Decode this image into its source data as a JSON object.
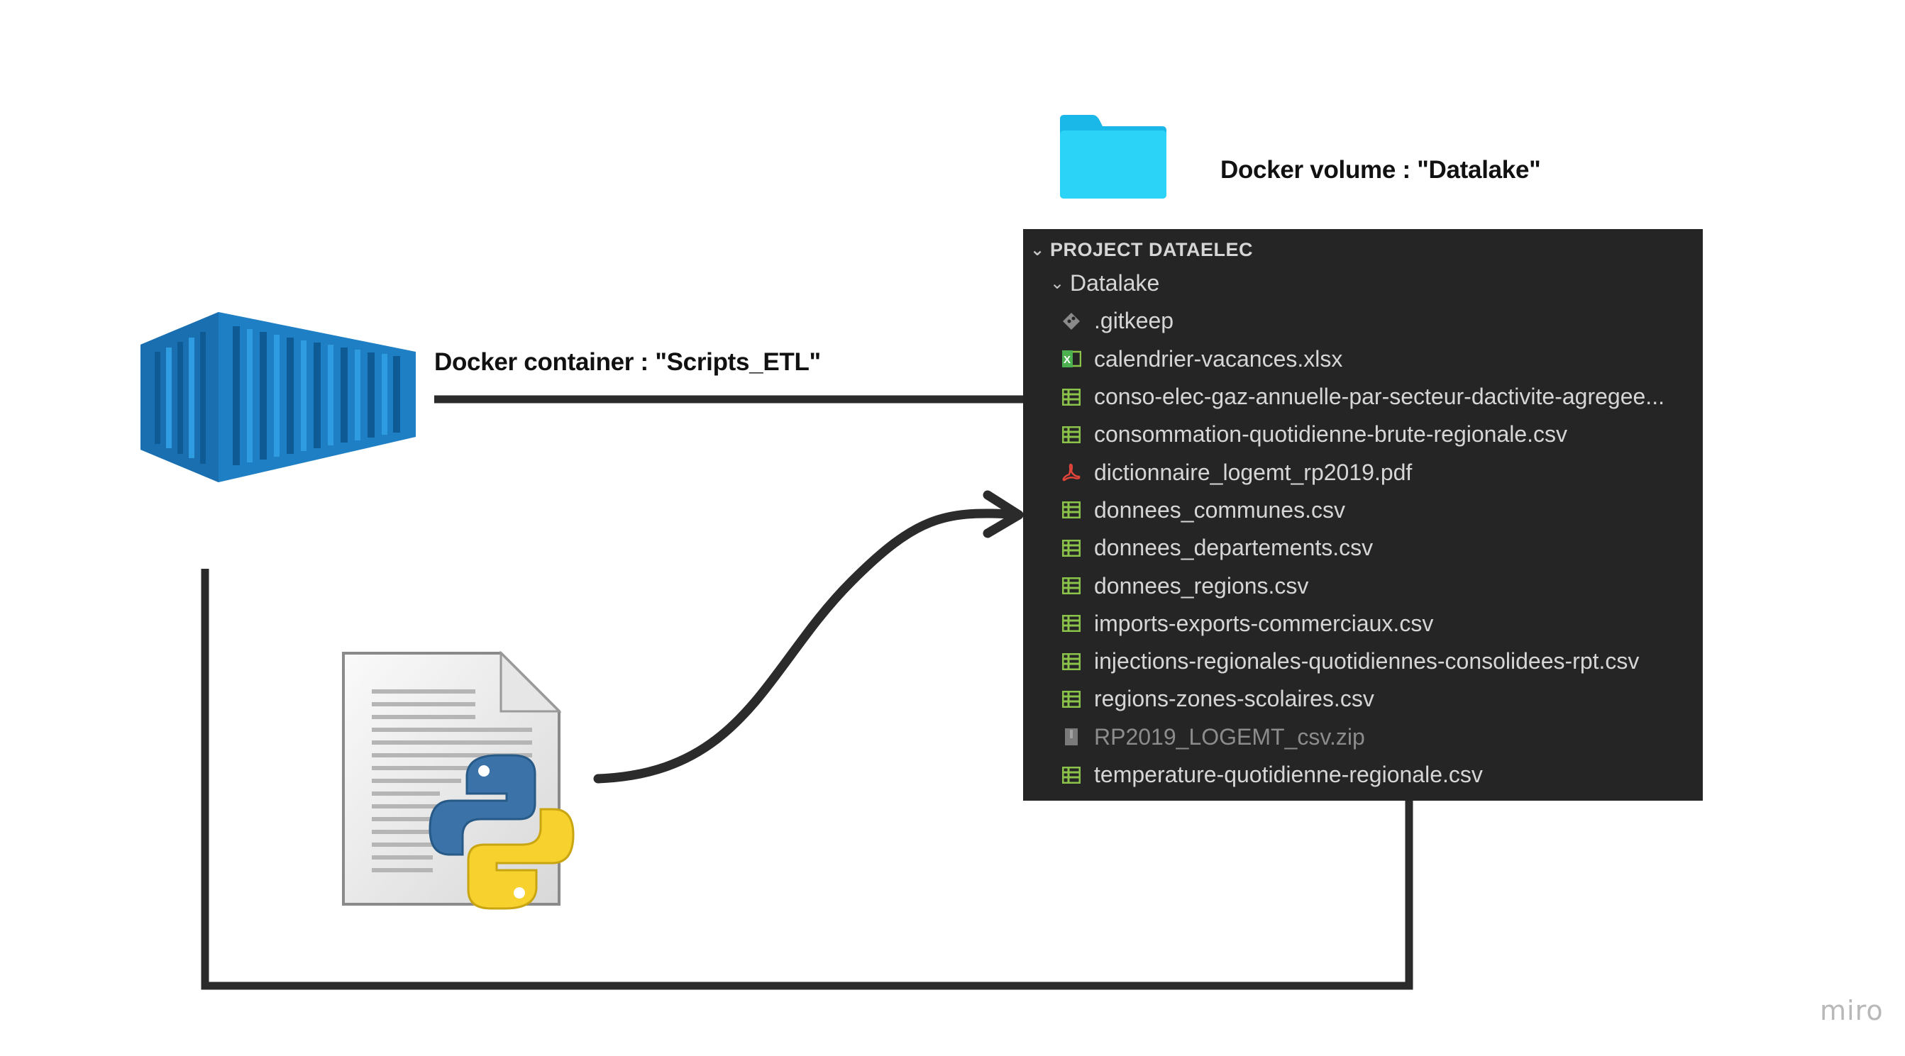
{
  "diagram": {
    "volume_label": "Docker volume : \"Datalake\"",
    "container_label": "Docker container : \"Scripts_ETL\""
  },
  "explorer": {
    "project": "PROJECT DATAELEC",
    "folder": "Datalake",
    "files": [
      {
        "name": ".gitkeep",
        "icon": "git-file-icon",
        "muted": false
      },
      {
        "name": "calendrier-vacances.xlsx",
        "icon": "excel-file-icon",
        "muted": false
      },
      {
        "name": "conso-elec-gaz-annuelle-par-secteur-dactivite-agregee...",
        "icon": "csv-file-icon",
        "muted": false
      },
      {
        "name": "consommation-quotidienne-brute-regionale.csv",
        "icon": "csv-file-icon",
        "muted": false
      },
      {
        "name": "dictionnaire_logemt_rp2019.pdf",
        "icon": "pdf-file-icon",
        "muted": false
      },
      {
        "name": "donnees_communes.csv",
        "icon": "csv-file-icon",
        "muted": false
      },
      {
        "name": "donnees_departements.csv",
        "icon": "csv-file-icon",
        "muted": false
      },
      {
        "name": "donnees_regions.csv",
        "icon": "csv-file-icon",
        "muted": false
      },
      {
        "name": "imports-exports-commerciaux.csv",
        "icon": "csv-file-icon",
        "muted": false
      },
      {
        "name": "injections-regionales-quotidiennes-consolidees-rpt.csv",
        "icon": "csv-file-icon",
        "muted": false
      },
      {
        "name": "regions-zones-scolaires.csv",
        "icon": "csv-file-icon",
        "muted": false
      },
      {
        "name": "RP2019_LOGEMT_csv.zip",
        "icon": "zip-file-icon",
        "muted": true
      },
      {
        "name": "temperature-quotidienne-regionale.csv",
        "icon": "csv-file-icon",
        "muted": false
      }
    ]
  },
  "watermark": "miro",
  "colors": {
    "explorer_bg": "#252526",
    "csv_icon": "#8bc34a",
    "pdf_icon": "#e0443a",
    "folder": "#2bc8f2",
    "container": "#1a8ad0",
    "connector": "#2b2b2b"
  }
}
